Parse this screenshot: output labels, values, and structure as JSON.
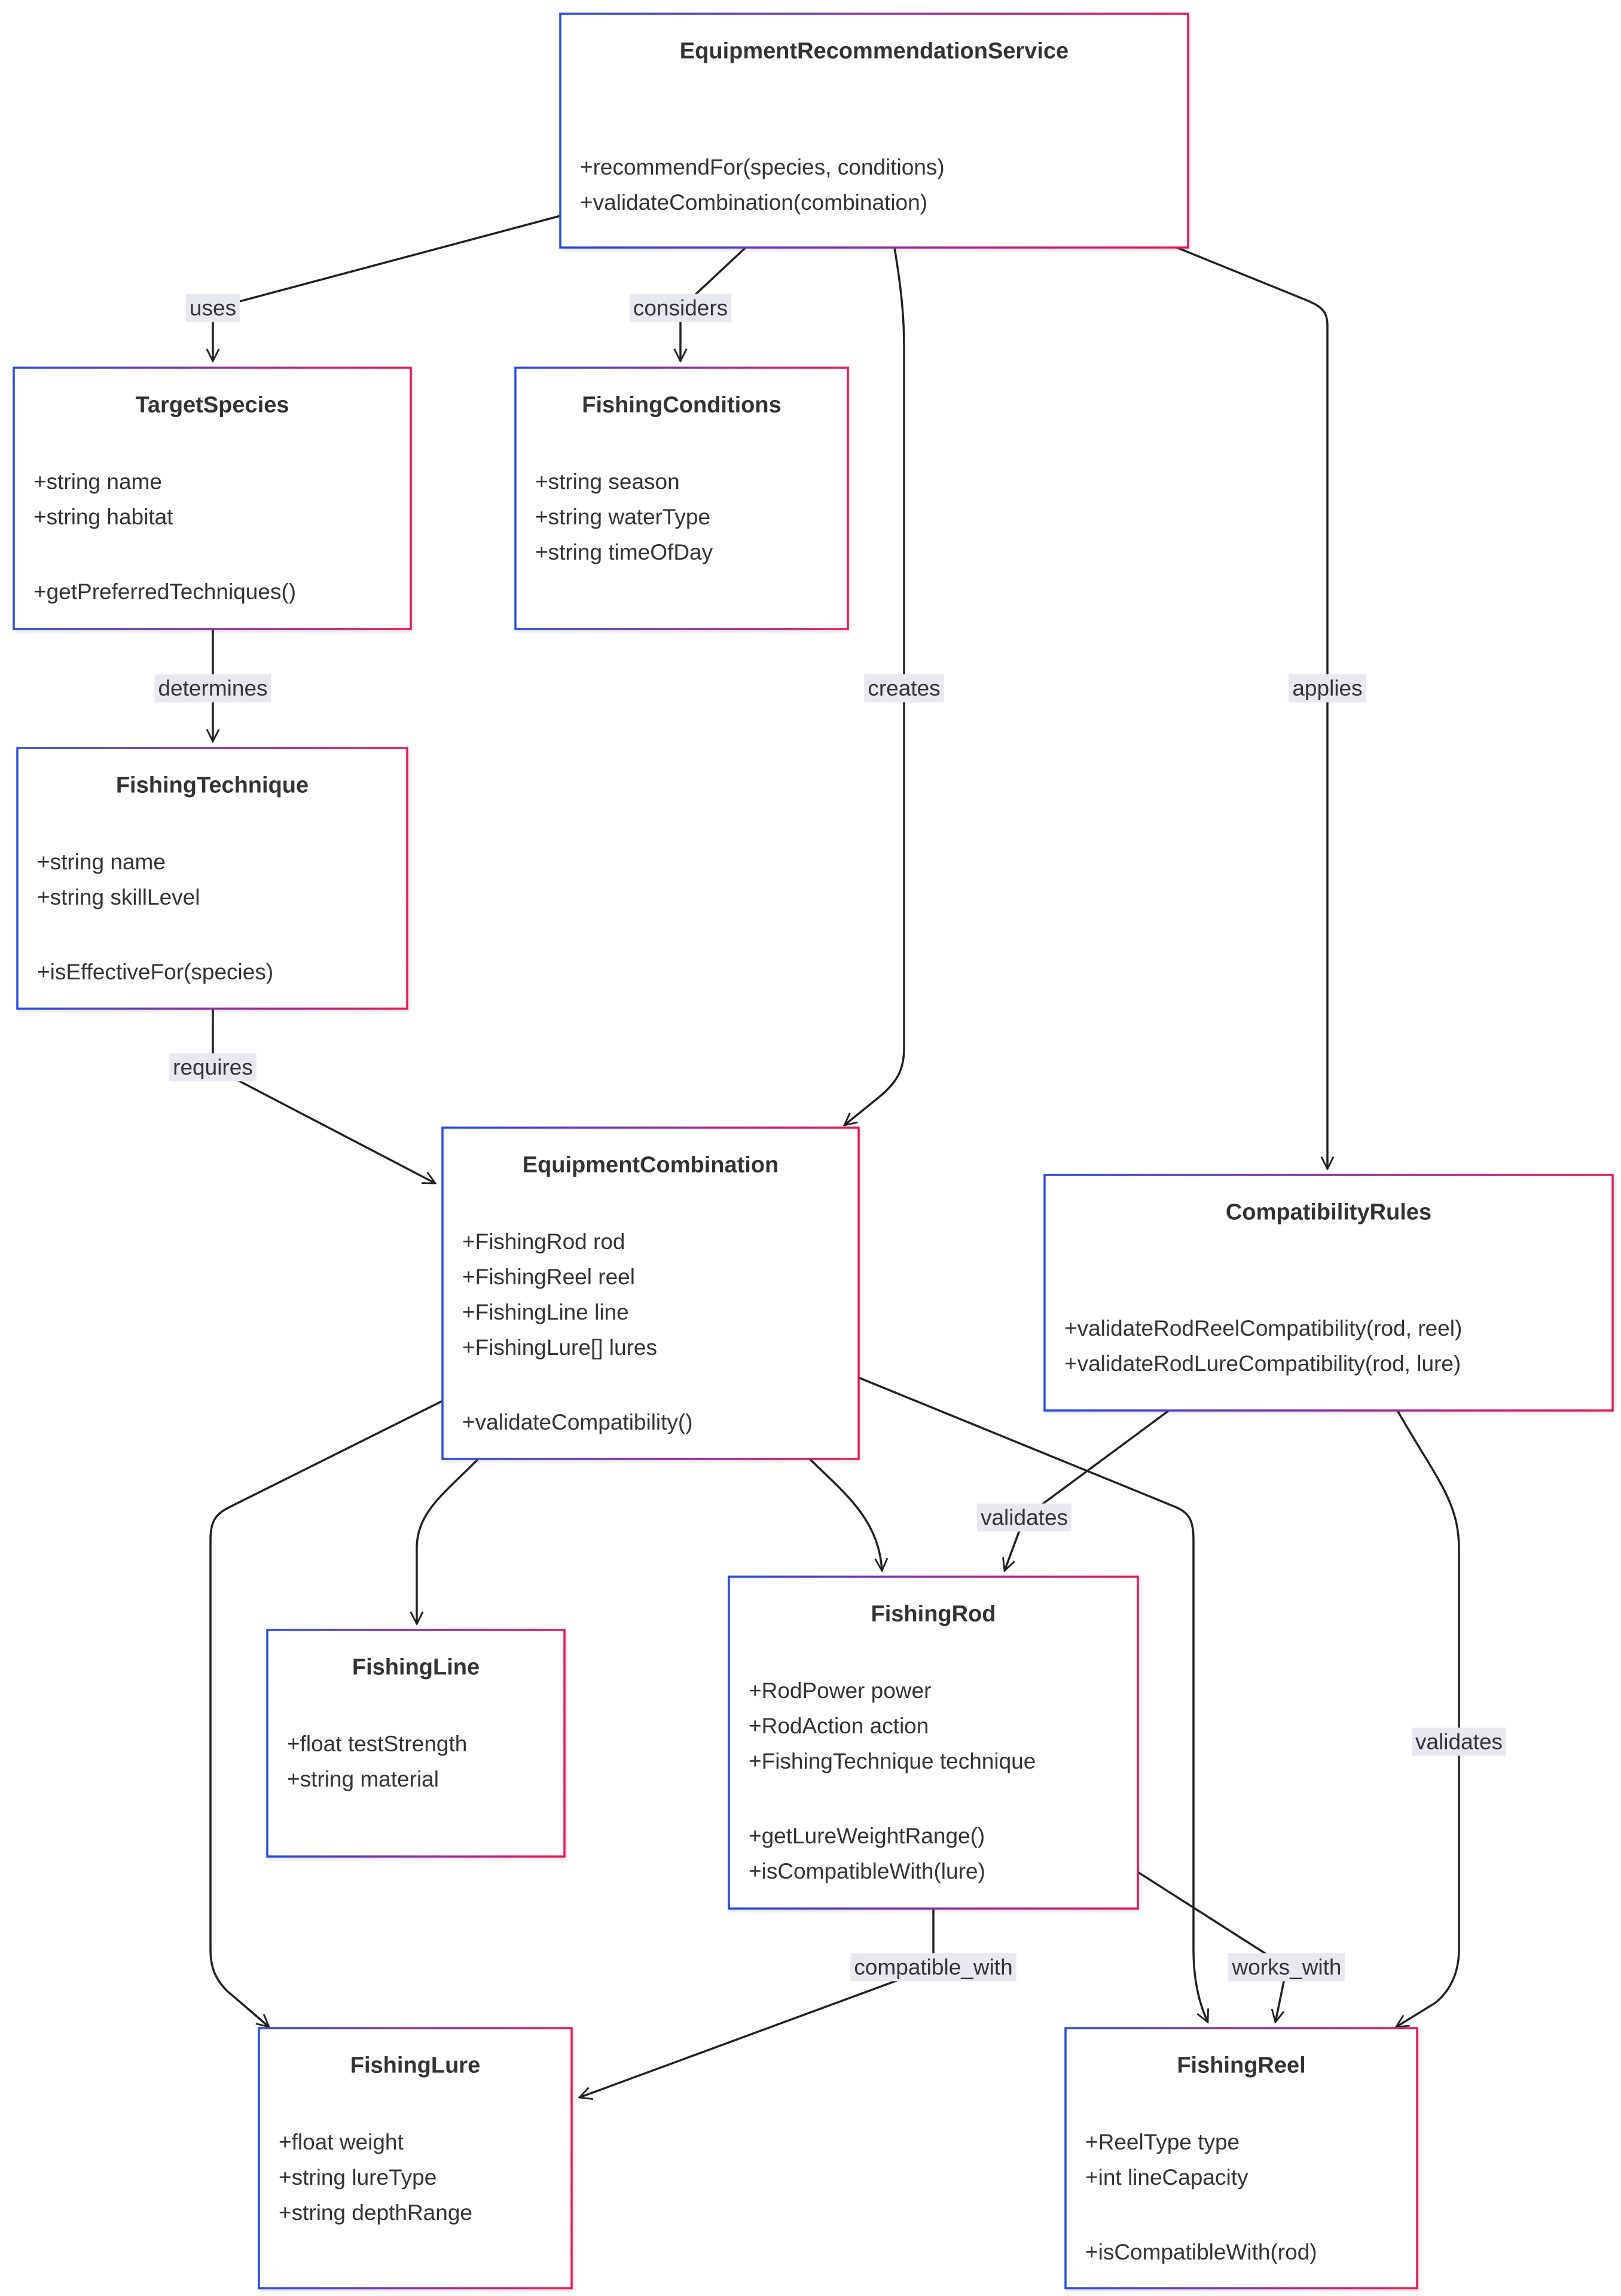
{
  "diagram": {
    "classes": [
      {
        "id": "EquipmentRecommendationService",
        "name": "EquipmentRecommendationService",
        "attributes": [],
        "methods": [
          "+recommendFor(species, conditions)",
          "+validateCombination(combination)"
        ]
      },
      {
        "id": "TargetSpecies",
        "name": "TargetSpecies",
        "attributes": [
          "+string name",
          "+string habitat"
        ],
        "methods": [
          "+getPreferredTechniques()"
        ]
      },
      {
        "id": "FishingConditions",
        "name": "FishingConditions",
        "attributes": [
          "+string season",
          "+string waterType",
          "+string timeOfDay"
        ],
        "methods": []
      },
      {
        "id": "FishingTechnique",
        "name": "FishingTechnique",
        "attributes": [
          "+string name",
          "+string skillLevel"
        ],
        "methods": [
          "+isEffectiveFor(species)"
        ]
      },
      {
        "id": "EquipmentCombination",
        "name": "EquipmentCombination",
        "attributes": [
          "+FishingRod rod",
          "+FishingReel reel",
          "+FishingLine line",
          "+FishingLure[] lures"
        ],
        "methods": [
          "+validateCompatibility()"
        ]
      },
      {
        "id": "CompatibilityRules",
        "name": "CompatibilityRules",
        "attributes": [],
        "methods": [
          "+validateRodReelCompatibility(rod, reel)",
          "+validateRodLureCompatibility(rod, lure)"
        ]
      },
      {
        "id": "FishingLine",
        "name": "FishingLine",
        "attributes": [
          "+float testStrength",
          "+string material"
        ],
        "methods": []
      },
      {
        "id": "FishingRod",
        "name": "FishingRod",
        "attributes": [
          "+RodPower power",
          "+RodAction action",
          "+FishingTechnique technique"
        ],
        "methods": [
          "+getLureWeightRange()",
          "+isCompatibleWith(lure)"
        ]
      },
      {
        "id": "FishingLure",
        "name": "FishingLure",
        "attributes": [
          "+float weight",
          "+string lureType",
          "+string depthRange"
        ],
        "methods": []
      },
      {
        "id": "FishingReel",
        "name": "FishingReel",
        "attributes": [
          "+ReelType type",
          "+int lineCapacity"
        ],
        "methods": [
          "+isCompatibleWith(rod)"
        ]
      }
    ],
    "relations": [
      {
        "id": "uses",
        "from": "EquipmentRecommendationService",
        "to": "TargetSpecies",
        "label": "uses"
      },
      {
        "id": "considers",
        "from": "EquipmentRecommendationService",
        "to": "FishingConditions",
        "label": "considers"
      },
      {
        "id": "creates",
        "from": "EquipmentRecommendationService",
        "to": "EquipmentCombination",
        "label": "creates"
      },
      {
        "id": "applies",
        "from": "EquipmentRecommendationService",
        "to": "CompatibilityRules",
        "label": "applies"
      },
      {
        "id": "determines",
        "from": "TargetSpecies",
        "to": "FishingTechnique",
        "label": "determines"
      },
      {
        "id": "requires",
        "from": "FishingTechnique",
        "to": "EquipmentCombination",
        "label": "requires"
      },
      {
        "id": "combo-lure",
        "from": "EquipmentCombination",
        "to": "FishingLure",
        "label": ""
      },
      {
        "id": "combo-line",
        "from": "EquipmentCombination",
        "to": "FishingLine",
        "label": ""
      },
      {
        "id": "combo-rod",
        "from": "EquipmentCombination",
        "to": "FishingRod",
        "label": ""
      },
      {
        "id": "combo-reel",
        "from": "EquipmentCombination",
        "to": "FishingReel",
        "label": ""
      },
      {
        "id": "validates-rod",
        "from": "CompatibilityRules",
        "to": "FishingRod",
        "label": "validates"
      },
      {
        "id": "validates-reel",
        "from": "CompatibilityRules",
        "to": "FishingReel",
        "label": "validates"
      },
      {
        "id": "compatible-with",
        "from": "FishingRod",
        "to": "FishingLure",
        "label": "compatible_with"
      },
      {
        "id": "works-with",
        "from": "FishingRod",
        "to": "FishingReel",
        "label": "works_with"
      }
    ],
    "colors": {
      "border_start": "#2a4be0",
      "border_end": "#e8195a",
      "edge": "#222222",
      "label_background": "#e8e8f0",
      "text": "#333333"
    }
  }
}
